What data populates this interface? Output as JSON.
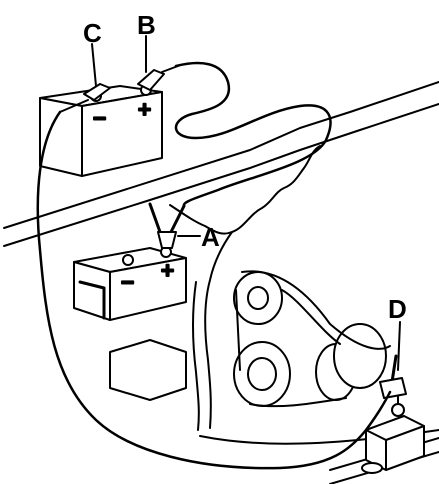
{
  "labels": {
    "a": "A",
    "b": "B",
    "c": "C",
    "d": "D"
  },
  "terminals": {
    "minus": "−",
    "plus": "+"
  },
  "colors": {
    "ink": "#000000",
    "paper": "#ffffff",
    "shade": "#d8d8d8"
  }
}
